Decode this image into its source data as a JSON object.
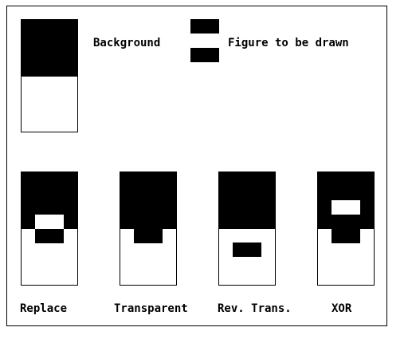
{
  "labels": {
    "background": "Background",
    "figure": "Figure to be drawn",
    "replace": "Replace",
    "transparent": "Transparent",
    "rev_trans": "Rev. Trans.",
    "xor": "XOR"
  },
  "colors": {
    "foreground": "#000000",
    "background": "#ffffff"
  }
}
